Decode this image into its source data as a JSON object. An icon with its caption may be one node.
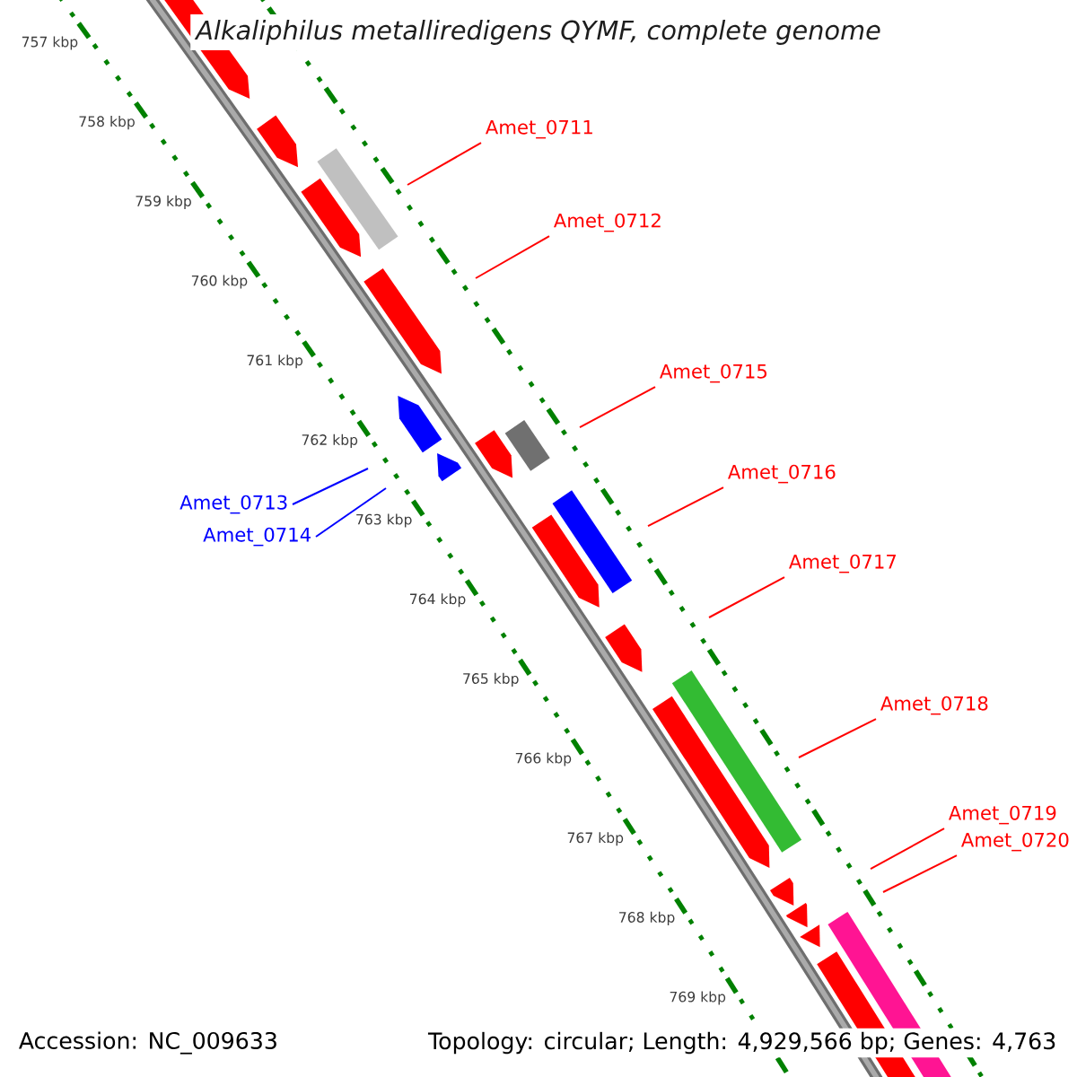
{
  "diagram": {
    "title": "Alkaliphilus metalliredigens QYMF, complete genome",
    "nodes": [
      {
        "text": [
          "Amet_0711"
        ]
      },
      {
        "text": [
          "Amet_0712"
        ]
      },
      {
        "text": [
          "Amet_0715"
        ]
      },
      {
        "text": [
          "Amet_0716"
        ]
      },
      {
        "text": [
          "Amet_0713"
        ]
      },
      {
        "text": [
          "Amet_0714"
        ]
      },
      {
        "text": [
          "Amet_0717"
        ]
      },
      {
        "text": [
          "Amet_0718"
        ]
      },
      {
        "text": [
          "Amet_0719"
        ]
      },
      {
        "text": [
          "Amet_0720"
        ]
      }
    ],
    "edges": [
      {
        "from": 0,
        "to": null,
        "arrow": "none"
      },
      {
        "from": 1,
        "to": null,
        "arrow": "none"
      },
      {
        "from": 2,
        "to": null,
        "arrow": "none"
      },
      {
        "from": 3,
        "to": null,
        "arrow": "none"
      },
      {
        "from": 4,
        "to": null,
        "arrow": "none",
        "color": "#0000ff"
      },
      {
        "from": 5,
        "to": null,
        "arrow": "none",
        "color": "#0000ff"
      },
      {
        "from": 6,
        "to": null,
        "arrow": "none"
      },
      {
        "from": 7,
        "to": null,
        "arrow": "none"
      },
      {
        "from": 8,
        "to": null,
        "arrow": "none"
      },
      {
        "from": 9,
        "to": null,
        "arrow": "none"
      }
    ],
    "labels": [
      "757 kbp",
      "758 kbp",
      "759 kbp",
      "760 kbp",
      "761 kbp",
      "762 kbp",
      "763 kbp",
      "764 kbp",
      "765 kbp",
      "766 kbp",
      "767 kbp",
      "768 kbp",
      "769 kbp",
      "Accession: NC_009633",
      "Topology: circular; Length: 4,929,566 bp; Genes: 4,763"
    ]
  }
}
